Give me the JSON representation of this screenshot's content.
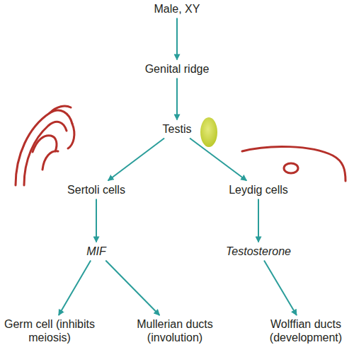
{
  "diagram": {
    "nodes": [
      {
        "text": [
          "Male, XY"
        ]
      },
      {
        "text": [
          "Genital ridge"
        ]
      },
      {
        "text": [
          "Testis"
        ]
      },
      {
        "text": [
          "Sertoli cells"
        ]
      },
      {
        "text": [
          "Leydig cells"
        ]
      },
      {
        "text": [
          "MIF"
        ]
      },
      {
        "text": [
          "Testosterone"
        ]
      },
      {
        "text": [
          "Germ cell (inhibits meiosis)"
        ]
      },
      {
        "text": [
          "Mullerian ducts (involution)"
        ]
      },
      {
        "text": [
          "Wolffian ducts (development)"
        ]
      }
    ],
    "edges": [
      {
        "from": 0,
        "to": 1,
        "arrow": "to"
      },
      {
        "from": 1,
        "to": 2,
        "arrow": "to"
      },
      {
        "from": 2,
        "to": 3,
        "arrow": "to"
      },
      {
        "from": 2,
        "to": 4,
        "arrow": "to"
      },
      {
        "from": 3,
        "to": 5,
        "arrow": "to"
      },
      {
        "from": 4,
        "to": 6,
        "arrow": "to"
      },
      {
        "from": 5,
        "to": 7,
        "arrow": "to"
      },
      {
        "from": 5,
        "to": 8,
        "arrow": "to"
      },
      {
        "from": 6,
        "to": 9,
        "arrow": "to"
      }
    ]
  }
}
